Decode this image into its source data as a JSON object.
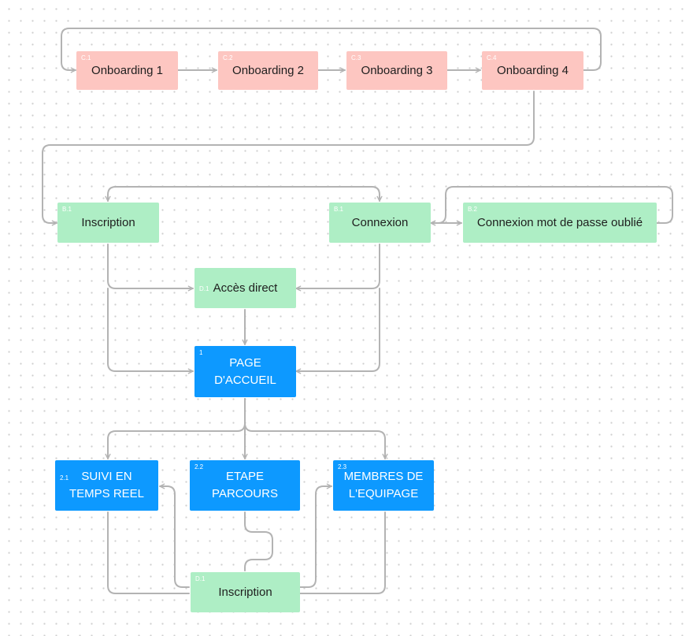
{
  "nodes": {
    "c1": {
      "tag": "C.1",
      "label": "Onboarding 1"
    },
    "c2": {
      "tag": "C.2",
      "label": "Onboarding 2"
    },
    "c3": {
      "tag": "C.3",
      "label": "Onboarding 3"
    },
    "c4": {
      "tag": "C.4",
      "label": "Onboarding 4"
    },
    "b1_inscription": {
      "tag": "B.1",
      "label": "Inscription"
    },
    "b1_connexion": {
      "tag": "B.1",
      "label": "Connexion"
    },
    "b2": {
      "tag": "B.2",
      "label": "Connexion mot de passe oublié"
    },
    "d1_acces": {
      "tag": "D.1",
      "label": "Accès direct"
    },
    "home": {
      "tag": "1",
      "label": "PAGE D'ACCUEIL"
    },
    "n21": {
      "tag": "2.1",
      "label": "SUIVI EN TEMPS REEL"
    },
    "n22": {
      "tag": "2.2",
      "label": "ETAPE PARCOURS"
    },
    "n23": {
      "tag": "2.3",
      "label": "MEMBRES DE L'EQUIPAGE"
    },
    "d1_inscription": {
      "tag": "D.1",
      "label": "Inscription"
    }
  },
  "colors": {
    "onboarding": "#fdc6c1",
    "auth": "#aeeec5",
    "main": "#0d99ff",
    "connector": "#b3b3b3"
  }
}
